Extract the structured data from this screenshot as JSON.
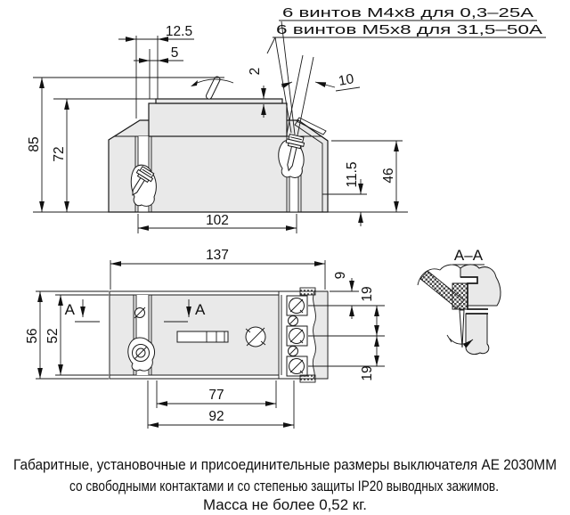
{
  "notes": {
    "screw_small": "6 винтов М4х8 для 0,3–25А",
    "screw_large": "6 винтов М5х8 для 31,5–50А"
  },
  "dims": {
    "total_height": "85",
    "body_height": "72",
    "top_offset": "12.5",
    "top_offset_small": "5",
    "cover_step": "2",
    "screw_tilt": "10",
    "base_width": "102",
    "terminal_step": "11.5",
    "terminal_height": "46",
    "overall_width": "137",
    "row_offset": "9",
    "row_pitch_top": "19",
    "row_pitch_bottom": "19",
    "overall_depth": "56",
    "inner_depth": "52",
    "mount_span": "77",
    "outer_span": "92"
  },
  "labels": {
    "section_left": "А",
    "section_mid": "А",
    "section_title": "А–А"
  },
  "caption": {
    "line1": "Габаритные, установочные и присоединительные размеры выключателя АЕ 2030ММ",
    "line2": "со свободными контактами и со степенью защиты IP20 выводных зажимов.",
    "line3": "Масса не более 0,52 кг."
  },
  "colors": {
    "body_fill": "#e9e9e9",
    "line": "#1a1a1a"
  }
}
